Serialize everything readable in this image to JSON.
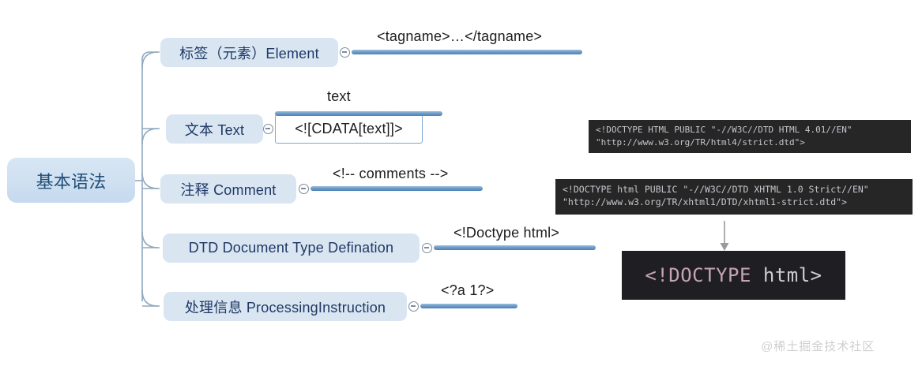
{
  "mindmap": {
    "root": {
      "label": "基本语法"
    },
    "branches": [
      {
        "label": "标签（元素）Element",
        "detail_label": "<tagname>…</tagname>",
        "toggle_icon": "collapse-minus-icon"
      },
      {
        "label": "文本 Text",
        "detail_label": "text",
        "child_box": "<![CDATA[text]]>",
        "toggle_icon": "collapse-minus-icon"
      },
      {
        "label": "注释 Comment",
        "detail_label": "<!-- comments -->",
        "toggle_icon": "collapse-minus-icon"
      },
      {
        "label": "DTD Document Type Defination",
        "detail_label": "<!Doctype html>",
        "toggle_icon": "collapse-minus-icon"
      },
      {
        "label": "处理信息 ProcessingInstruction",
        "detail_label": "<?a 1?>",
        "toggle_icon": "collapse-minus-icon"
      }
    ]
  },
  "code_samples": {
    "html4_strict": {
      "line1": "<!DOCTYPE HTML PUBLIC \"-//W3C//DTD HTML 4.01//EN\"",
      "line2": "\"http://www.w3.org/TR/html4/strict.dtd\">"
    },
    "xhtml1_strict": {
      "line1": "<!DOCTYPE html PUBLIC \"-//W3C//DTD XHTML 1.0 Strict//EN\"",
      "line2": "\"http://www.w3.org/TR/xhtml1/DTD/xhtml1-strict.dtd\">"
    },
    "html5": {
      "keyword": "<!DOCTYPE",
      "tag": " html>"
    }
  },
  "arrow": {
    "icon": "down-arrow-icon"
  },
  "watermark": {
    "text": "@稀土掘金技术社区"
  },
  "colors": {
    "node_fill": "#d9e6f2",
    "node_text": "#1f3864",
    "root_text": "#1f4e79",
    "connector": "#8fa9bf",
    "bar": "#6f9dc8",
    "code_bg": "#262626",
    "code_text": "#c8c4cc",
    "hero_bg": "#1f1f23",
    "hero_keyword": "#c7a3b4",
    "watermark": "#cfcfcf"
  }
}
